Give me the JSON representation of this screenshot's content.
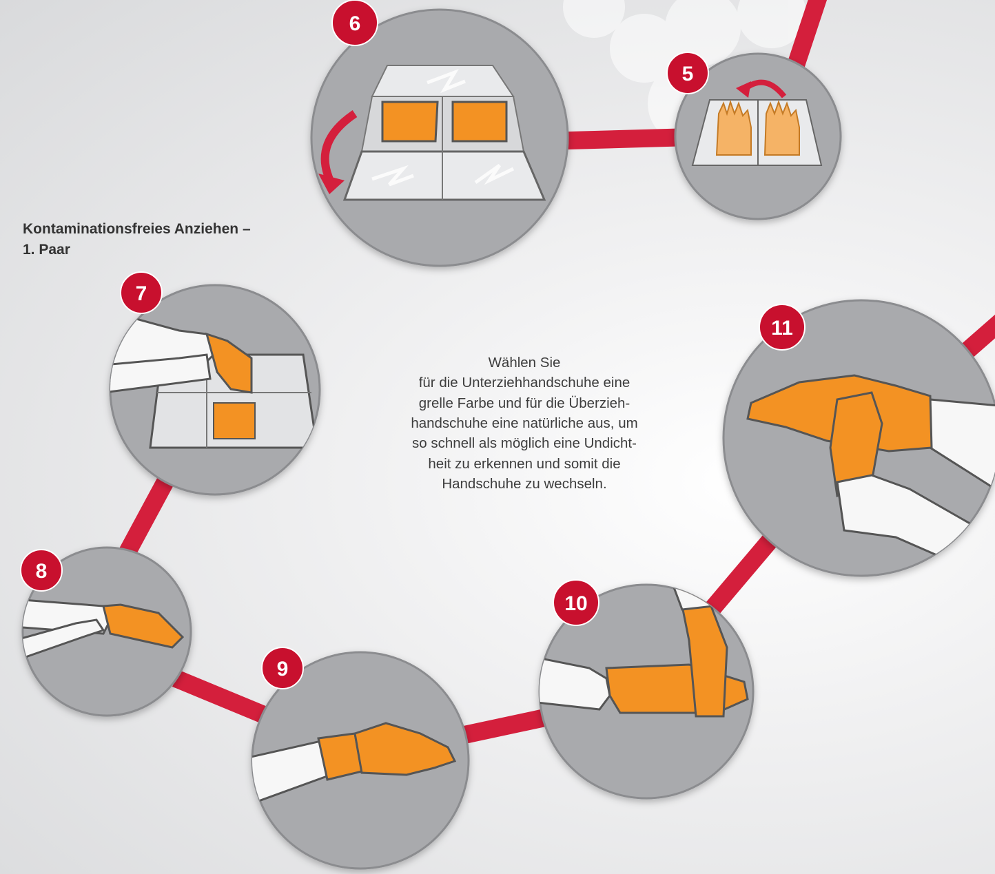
{
  "title": {
    "line1": "Kontaminationsfreies Anziehen –",
    "line2": "1. Paar"
  },
  "note": {
    "lines": [
      "Wählen Sie",
      "für die Unterziehhandschuhe eine",
      "grelle Farbe und für die Überzieh-",
      "handschuhe eine natürliche aus, um",
      "so schnell als möglich eine Undicht-",
      "heit zu erkennen und somit die",
      "Handschuhe zu wechseln."
    ]
  },
  "steps": [
    {
      "number": "5",
      "illustration": "glove-packet-flip"
    },
    {
      "number": "6",
      "illustration": "glove-packet-unfold"
    },
    {
      "number": "7",
      "illustration": "grab-glove-cuff"
    },
    {
      "number": "8",
      "illustration": "pull-glove-on"
    },
    {
      "number": "9",
      "illustration": "gloved-hand"
    },
    {
      "number": "10",
      "illustration": "second-glove-on"
    },
    {
      "number": "11",
      "illustration": "adjust-cuff"
    }
  ],
  "colors": {
    "connector": "#d41f3c",
    "badge": "#c8102e",
    "circle": "#a9aaad",
    "glove": "#f39223",
    "sleeve": "#f7f7f7",
    "paper": "#dedfe1"
  }
}
